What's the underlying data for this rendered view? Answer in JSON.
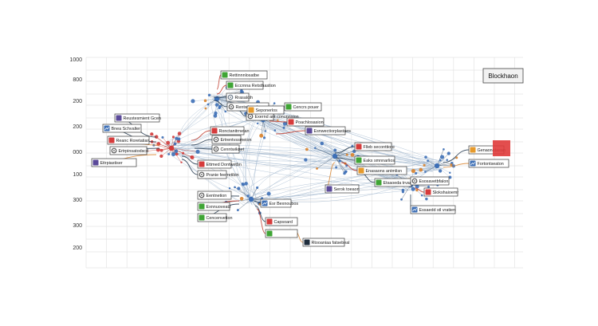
{
  "title": "Blockhaon",
  "y_axis_ticks": [
    "1000",
    "800",
    "200",
    "200",
    "000",
    "100",
    "300",
    "300",
    "200"
  ],
  "colors": {
    "grid": "#e4e4e4",
    "edge_light": "#9db4cc",
    "edge_dark": "#23384f",
    "edge_red": "#c0392b",
    "edge_orange": "#d9822b",
    "hub_red": "#d23b3b",
    "hub_blue": "#3d6fb6",
    "accent_red": "#e03b3b"
  },
  "labels": [
    {
      "text": "Eccrnna Retsthastion",
      "icon": "green-square-icon",
      "icon_color": "#3fa535"
    },
    {
      "text": "Rrasalcih",
      "icon": "gear-icon",
      "icon_color": "#6c7a89"
    },
    {
      "text": "Rentwiwnsions",
      "icon": "gear-icon",
      "icon_color": "#555555"
    },
    {
      "text": "Exernd ant conunnsion",
      "icon": "gear-icon",
      "icon_color": "#555555"
    },
    {
      "text": "Rettinnnlosatbe",
      "icon": "green-square-icon",
      "icon_color": "#3fa535"
    },
    {
      "text": "Seponerlos",
      "icon": "orange-square-icon",
      "icon_color": "#e69a2c"
    },
    {
      "text": "Cencrs pouer",
      "icon": "green-square-icon",
      "icon_color": "#3fa535"
    },
    {
      "text": "Reustesmient Gcen",
      "icon": "purple-square-icon",
      "icon_color": "#5b4a9a"
    },
    {
      "text": "Poachlosasion",
      "icon": "red-square-icon",
      "icon_color": "#d63b3b"
    },
    {
      "text": "Bnea Schvalter",
      "icon": "chart-icon",
      "icon_color": "#3d6fb6"
    },
    {
      "text": "Reanc Roretatian",
      "icon": "red-square-icon",
      "icon_color": "#d63b3b"
    },
    {
      "text": "Ertrpinsatodscd",
      "icon": "gear-icon",
      "icon_color": "#555555"
    },
    {
      "text": "Ronctanitrnetan",
      "icon": "red-square-icon",
      "icon_color": "#d63b3b"
    },
    {
      "text": "Ertrentvssmeion",
      "icon": "gear-icon",
      "icon_color": "#555555"
    },
    {
      "text": "Cenntwiknet",
      "icon": "gear-icon",
      "icon_color": "#555555"
    },
    {
      "text": "Eitrpiastiser",
      "icon": "purple-square-icon",
      "icon_color": "#5b4a9a"
    },
    {
      "text": "Esnwectiorplastaes",
      "icon": "purple-square-icon",
      "icon_color": "#5b4a9a"
    },
    {
      "text": "Ettmed Dontwetbn",
      "icon": "red-square-icon",
      "icon_color": "#d63b3b"
    },
    {
      "text": "Pranie feerretibin",
      "icon": "gear-icon",
      "icon_color": "#555555"
    },
    {
      "text": "Eentnetion",
      "icon": "gear-icon",
      "icon_color": "#555555"
    },
    {
      "text": "Exnnuoveatz",
      "icon": "green-square-icon",
      "icon_color": "#3fa535"
    },
    {
      "text": "Cencenvetion",
      "icon": "green-square-icon",
      "icon_color": "#3fa535"
    },
    {
      "text": "Esr Bexnoubos",
      "icon": "chart-icon",
      "icon_color": "#3d6fb6"
    },
    {
      "text": "Capsoard",
      "icon": "red-square-icon",
      "icon_color": "#d63b3b"
    },
    {
      "text": "",
      "icon": "green-square-icon",
      "icon_color": "#3fa535"
    },
    {
      "text": "Rtooaniaa fatsebeal",
      "icon": "dark-square-icon",
      "icon_color": "#1f2d3d"
    },
    {
      "text": "Flleb seconttiore",
      "icon": "red-square-icon",
      "icon_color": "#d63b3b"
    },
    {
      "text": "Eaks smnnarlios",
      "icon": "green-square-icon",
      "icon_color": "#3fa535"
    },
    {
      "text": "Enasaons antmlisn",
      "icon": "orange-square-icon",
      "icon_color": "#e69a2c"
    },
    {
      "text": "Etsaoeda trvaon",
      "icon": "green-square-icon",
      "icon_color": "#3fa535"
    },
    {
      "text": "Serok toeaon",
      "icon": "purple-square-icon",
      "icon_color": "#5b4a9a"
    },
    {
      "text": "Esosavetbfalon",
      "icon": "gear-icon",
      "icon_color": "#555555"
    },
    {
      "text": "Slokshaioemr",
      "icon": "red-square-icon",
      "icon_color": "#d63b3b"
    },
    {
      "text": "Essaedd stl vratien",
      "icon": "chart-icon",
      "icon_color": "#3d6fb6"
    },
    {
      "text": "Genaonatasan",
      "icon": "orange-square-icon",
      "icon_color": "#e69a2c"
    },
    {
      "text": "Fortontseaton",
      "icon": "chart-icon",
      "icon_color": "#3d6fb6"
    }
  ]
}
